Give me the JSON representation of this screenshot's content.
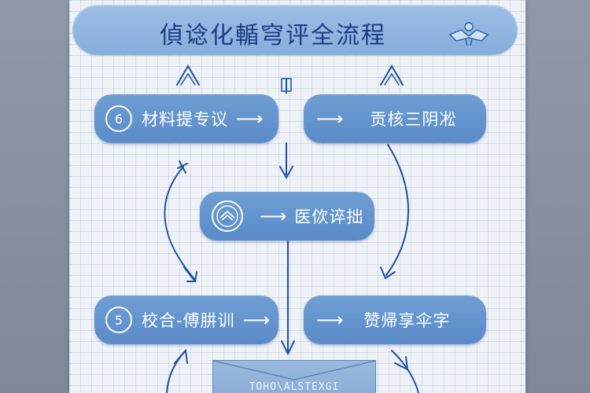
{
  "title": {
    "text": "偵谂化輴穹评全流程"
  },
  "nodes": {
    "node_1": {
      "badge": "6",
      "label": "材料提专议"
    },
    "node_2": {
      "label": "贡核三阴凇"
    },
    "node_3": {
      "label": "医佽谇拙"
    },
    "node_4": {
      "badge": "5",
      "label": "校合-傅肼训"
    },
    "node_5": {
      "label": "赞帰享伞字"
    }
  },
  "envelope": {
    "text": "TOHO\\ALSTEXGI"
  },
  "colors": {
    "node_fill": "#5f90cb",
    "banner_fill": "#92b6e0",
    "line": "#1f4fa0",
    "title_text": "#1e3d86"
  },
  "icons": [
    "seal-icon",
    "ribbon-icon",
    "arrow-right-icon",
    "arrow-up-icon",
    "arrow-down-icon"
  ]
}
